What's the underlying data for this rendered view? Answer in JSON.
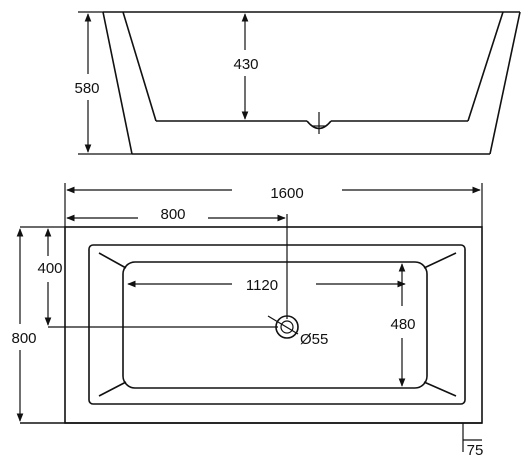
{
  "drawing": {
    "side_view": {
      "height_label": "580",
      "depth_label": "430"
    },
    "top_view": {
      "length_label": "1600",
      "half_length_label": "800",
      "inner_length_label": "1120",
      "width_label": "800",
      "drain_offset_label": "400",
      "inner_width_label": "480",
      "drain_diameter_label": "Ø55",
      "skirt_label": "75"
    },
    "colors": {
      "line": "#111111",
      "background": "#ffffff"
    }
  }
}
